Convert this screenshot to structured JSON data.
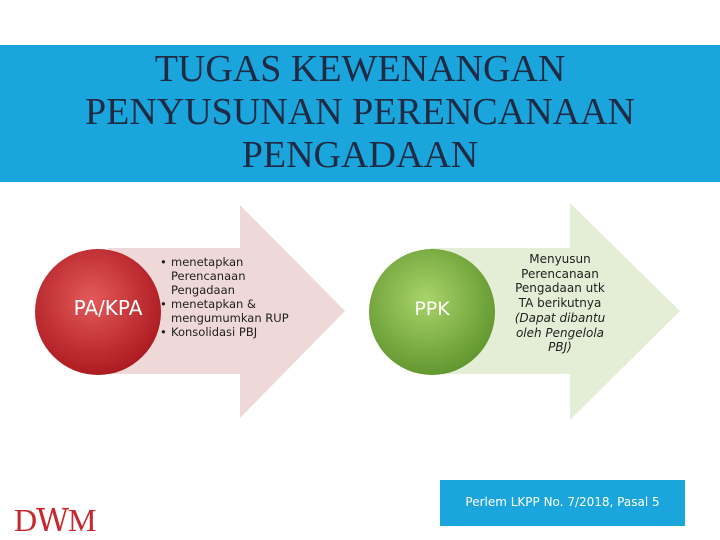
{
  "title": {
    "line1": "TUGAS KEWENANGAN",
    "line2": "PENYUSUNAN PERENCANAAN",
    "line3": "PENGADAAN"
  },
  "colors": {
    "title_band": "#1aa6dc",
    "circle_red": "#c6252b",
    "circle_green": "#7db344",
    "arrow_pink": "#eed8d8",
    "arrow_green": "#e4eed6",
    "logo_red": "#c8272d"
  },
  "roles": [
    {
      "name": "PA/KPA",
      "items": [
        "menetapkan Perencanaan Pengadaan",
        "menetapkan & mengumumkan RUP",
        "Konsolidasi PBJ"
      ]
    },
    {
      "name": "PPK",
      "description_lines": [
        "Menyusun",
        "Perencanaan",
        "Pengadaan utk",
        "TA berikutnya"
      ],
      "note_lines": [
        "(Dapat dibantu",
        "oleh Pengelola",
        "PBJ)"
      ]
    }
  ],
  "reference": "Perlem LKPP No. 7/2018, Pasal 5",
  "logo": {
    "d": "D",
    "w": "W",
    "m": "M"
  }
}
